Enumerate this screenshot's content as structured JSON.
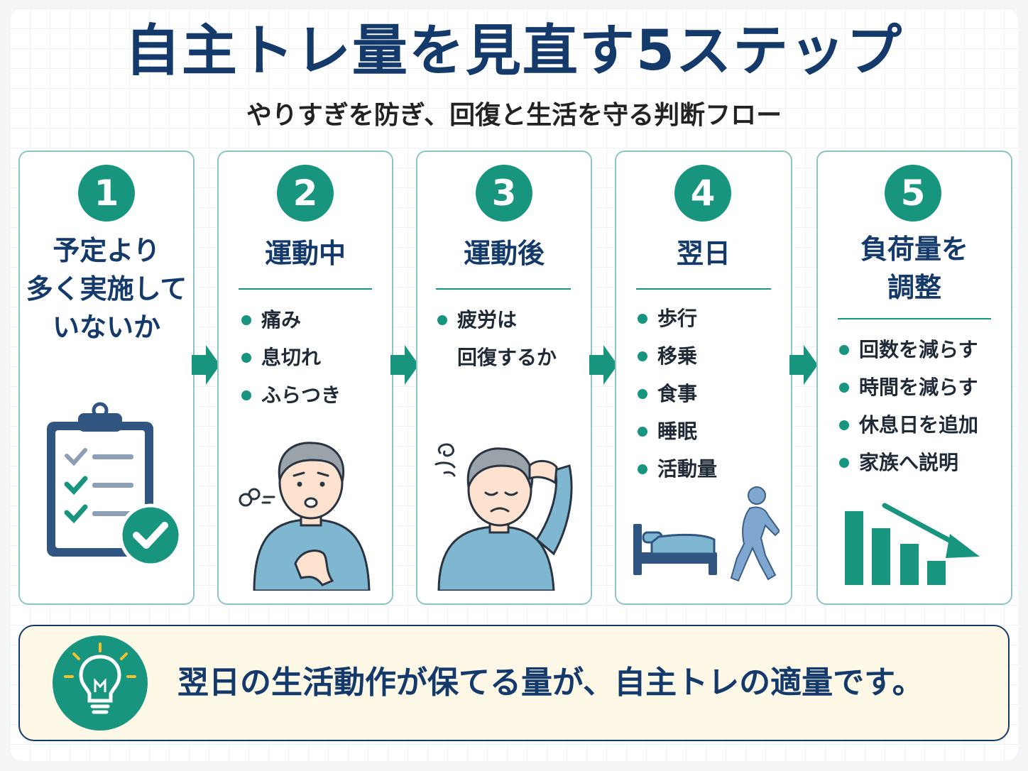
{
  "title": "自主トレ量を見直す5ステップ",
  "subtitle": "やりすぎを防ぎ、回復と生活を守る判断フロー",
  "colors": {
    "teal": "#17957f",
    "navy": "#143a6b",
    "card_border": "#8fc4c4",
    "banner_bg": "#fdf9e6"
  },
  "steps": [
    {
      "number": "1",
      "title_lines": [
        "予定より",
        "多く実施して",
        "いないか"
      ],
      "items": [],
      "icon": "clipboard-check-icon"
    },
    {
      "number": "2",
      "title_lines": [
        "運動中"
      ],
      "items": [
        "痛み",
        "息切れ",
        "ふらつき"
      ],
      "icon": "breathless-person-icon"
    },
    {
      "number": "3",
      "title_lines": [
        "運動後"
      ],
      "items": [
        "疲労は",
        "回復するか"
      ],
      "icon": "tired-person-icon"
    },
    {
      "number": "4",
      "title_lines": [
        "翌日"
      ],
      "items": [
        "歩行",
        "移乗",
        "食事",
        "睡眠",
        "活動量"
      ],
      "icon": "bed-and-walker-icon"
    },
    {
      "number": "5",
      "title_lines": [
        "負荷量を",
        "調整"
      ],
      "items": [
        "回数を減らす",
        "時間を減らす",
        "休息日を追加",
        "家族へ説明"
      ],
      "icon": "decreasing-bars-icon"
    }
  ],
  "banner": {
    "text": "翌日の生活動作が保てる量が、自主トレの適量です。",
    "icon": "lightbulb-icon"
  }
}
